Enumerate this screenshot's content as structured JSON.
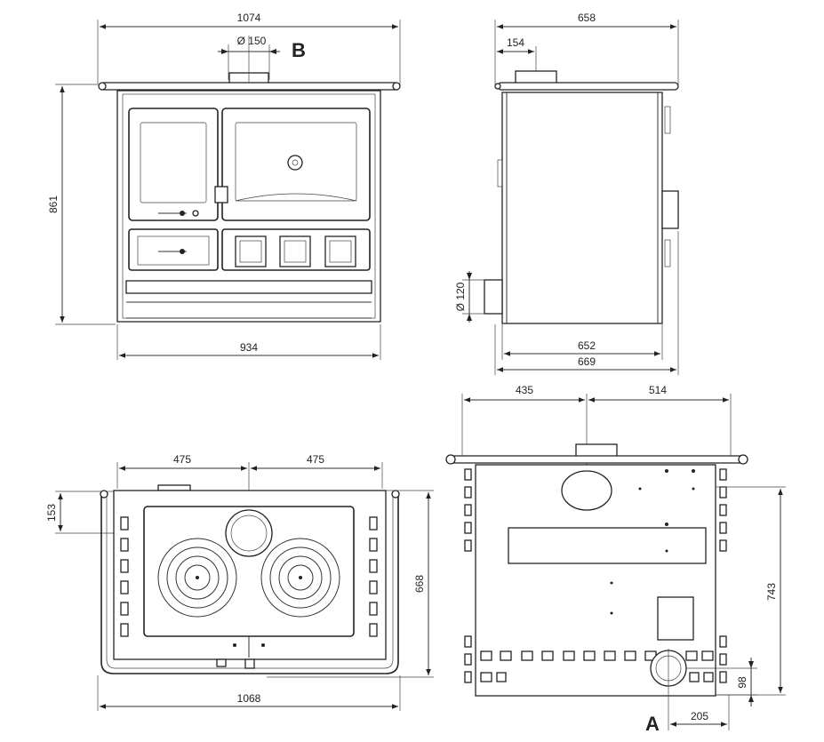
{
  "views": {
    "front": {
      "width_top": "1074",
      "flue_diameter": "Ø 150",
      "flue_label": "B",
      "height": "861",
      "width_body": "934"
    },
    "side": {
      "depth_top": "658",
      "flue_offset": "154",
      "rear_flue_diameter": "Ø 120",
      "depth_body": "652",
      "depth_total": "669"
    },
    "top": {
      "left_half": "475",
      "right_half": "475",
      "flue_offset": "153",
      "depth": "668",
      "width_rail": "1068"
    },
    "rear": {
      "left_part": "435",
      "right_part": "514",
      "height": "743",
      "outlet_height": "98",
      "outlet_offset": "205",
      "outlet_label": "A"
    }
  }
}
